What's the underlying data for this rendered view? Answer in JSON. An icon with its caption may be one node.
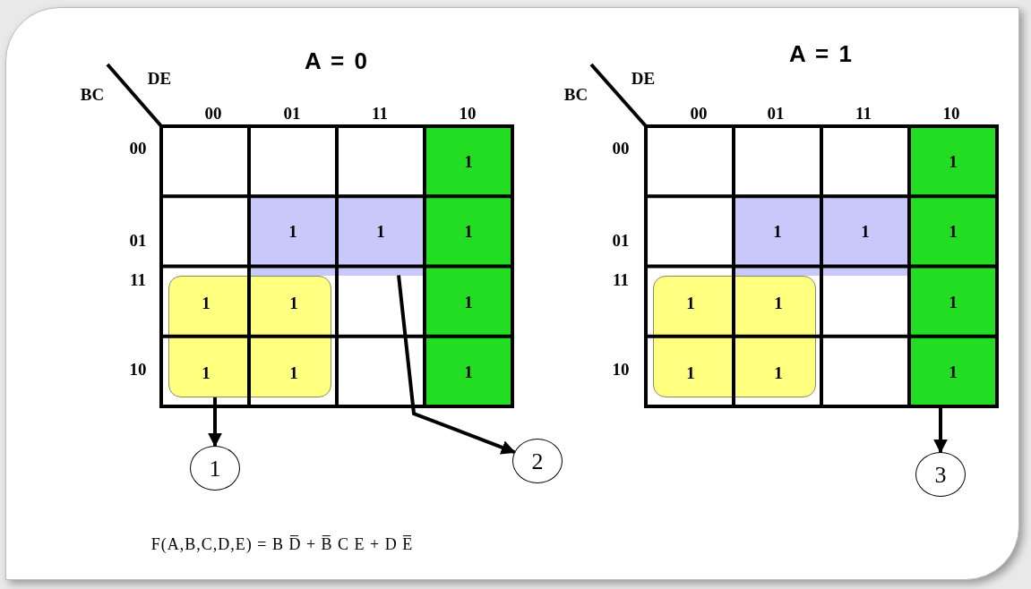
{
  "diagram": {
    "nodes": [
      {
        "text": [
          "A = 0"
        ]
      },
      {
        "text": [
          "1",
          "1"
        ],
        "in": 0
      },
      {
        "text": [
          "1",
          "1",
          "1",
          "1"
        ],
        "in": 0
      },
      {
        "text": [
          "1",
          "1",
          "1",
          "1"
        ],
        "in": 0
      },
      {
        "text": [
          "A = 1"
        ]
      },
      {
        "text": [
          "1",
          "1"
        ],
        "in": 4
      },
      {
        "text": [
          "1",
          "1",
          "1",
          "1"
        ],
        "in": 4
      },
      {
        "text": [
          "1",
          "1",
          "1",
          "1"
        ],
        "in": 4
      },
      {
        "text": [
          "1"
        ]
      },
      {
        "text": [
          "2"
        ]
      },
      {
        "text": [
          "3"
        ]
      }
    ],
    "edges": [
      {
        "from": 3,
        "to": 8,
        "arrow": "to"
      },
      {
        "from": 1,
        "to": 9,
        "arrow": "to"
      },
      {
        "from": 6,
        "to": 10,
        "arrow": "to"
      }
    ],
    "labels": [
      "BC",
      "DE",
      "00",
      "01",
      "11",
      "10",
      "00",
      "01",
      "11",
      "10",
      "BC",
      "DE",
      "00",
      "01",
      "11",
      "10",
      "00",
      "01",
      "11",
      "10",
      "F(A,B,C,D,E) = B D̅ + B̅ C E + D E̅"
    ]
  }
}
